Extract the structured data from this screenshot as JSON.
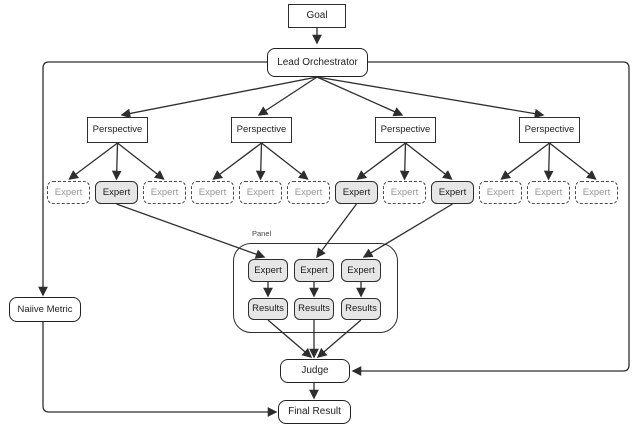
{
  "colors": {
    "line": "#333333",
    "box_border": "#2e2e2e",
    "selected_expert_fill": "#e6e6e6",
    "muted_expert_text": "#9a9a9a",
    "text": "#222222",
    "background": "#ffffff"
  },
  "goal": {
    "label": "Goal"
  },
  "lead_orchestrator": {
    "label": "Lead Orchestrator"
  },
  "perspectives": [
    {
      "label": "Perspective"
    },
    {
      "label": "Perspective"
    },
    {
      "label": "Perspective"
    },
    {
      "label": "Perspective"
    }
  ],
  "experts_row": [
    {
      "label": "Expert",
      "selected": false
    },
    {
      "label": "Expert",
      "selected": true
    },
    {
      "label": "Expert",
      "selected": false
    },
    {
      "label": "Expert",
      "selected": false
    },
    {
      "label": "Expert",
      "selected": false
    },
    {
      "label": "Expert",
      "selected": false
    },
    {
      "label": "Expert",
      "selected": true
    },
    {
      "label": "Expert",
      "selected": false
    },
    {
      "label": "Expert",
      "selected": true
    },
    {
      "label": "Expert",
      "selected": false
    },
    {
      "label": "Expert",
      "selected": false
    },
    {
      "label": "Expert",
      "selected": false
    }
  ],
  "panel": {
    "label": "Panel",
    "experts": [
      {
        "label": "Expert"
      },
      {
        "label": "Expert"
      },
      {
        "label": "Expert"
      }
    ],
    "results": [
      {
        "label": "Results"
      },
      {
        "label": "Results"
      },
      {
        "label": "Results"
      }
    ]
  },
  "naiive_metric": {
    "label": "Naiive Metric"
  },
  "judge": {
    "label": "Judge"
  },
  "final_result": {
    "label": "Final Result"
  }
}
